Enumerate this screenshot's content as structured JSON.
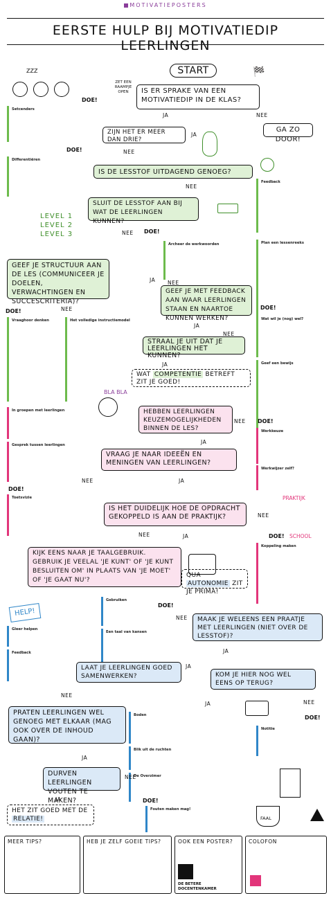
{
  "brand": "MOTIVATIEPOSTERS",
  "title": "EERSTE HULP BIJ MOTIVATIEDIP LEERLINGEN",
  "labels": {
    "ja": "JA",
    "nee": "NEE",
    "doe": "DOE!",
    "start": "START"
  },
  "side_notes": {
    "zzz": "ZZZ",
    "zet": "ZET EEN RAAMPJE OPEN",
    "bla": "BLA BLA",
    "praktijk": "PRAKTIJK",
    "school": "SCHOOL",
    "help": "HELP!",
    "faal": "FAAL"
  },
  "flow": {
    "q1": "IS ER SPRAKE VAN EEN MOTIVATIEDIP IN DE KLAS?",
    "goon": "GA ZO DOOR!",
    "q2": "ZIJN HET ER MEER DAN DRIE?",
    "q3": "IS DE LESSTOF UITDAGEND GENOEG?",
    "a3": "SLUIT DE LESSTOF AAN BIJ WAT DE LEERLINGEN KUNNEN?",
    "levels": [
      "LEVEL 1",
      "LEVEL 2",
      "LEVEL 3"
    ],
    "a4": "GEEF JE STRUCTUUR AAN DE LES (COMMUNICEER JE DOELEN, VERWACHTINGEN EN SUCCESCRITERIA)?",
    "q5": "GEEF JE MET FEEDBACK AAN WAAR LEERLINGEN STAAN EN NAARTOE KUNNEN WERKEN?",
    "q6": "STRAAL JE UIT DAT JE LEERLINGEN HET KUNNEN?",
    "ok1_a": "WAT",
    "ok1_hl": "COMPETENTIE",
    "ok1_b": "BETREFT ZIT JE GOED!",
    "q7": "HEBBEN LEERLINGEN KEUZEMOGELIJKHEDEN BINNEN DE LES?",
    "q8": "VRAAG JE NAAR IDEEËN EN MENINGEN VAN LEERLINGEN?",
    "q9": "IS HET DUIDELIJK HOE DE OPDRACHT GEKOPPELD IS AAN DE PRAKTIJK?",
    "a10": "KIJK EENS NAAR JE TAALGEBRUIK. GEBRUIK JE VEELAL 'JE KUNT' OF 'JE KUNT BESLUITEN OM' IN PLAATS VAN 'JE MOET' OF 'JE GAAT NU'?",
    "ok2_a": "QUA",
    "ok2_hl": "AUTONOMIE",
    "ok2_b": "ZIT JE PRIMA!",
    "q11": "MAAK JE WELEENS EEN PRAATJE MET LEERLINGEN (NIET OVER DE LESSTOF)?",
    "q12": "LAAT JE LEERLINGEN GOED SAMENWERKEN?",
    "q13": "KOM JE HIER NOG WEL EENS OP TERUG?",
    "q14": "PRATEN LEERLINGEN WEL GENOEG MET ELKAAR (MAG OOK OVER DE INHOUD GAAN)?",
    "q15": "DURVEN LEERLINGEN VOUTEN TE MAKEN?",
    "ok3_a": "HET ZIT GOED MET DE",
    "ok3_hl": "RELATIE!"
  },
  "panels": [
    {
      "title": "Setcenders"
    },
    {
      "title": "Differentiëren"
    },
    {
      "title": "Feedback"
    },
    {
      "title": "Archeer de werkwoorden"
    },
    {
      "title": "Plan een lessenreeks"
    },
    {
      "title": "Vraaghoor denken"
    },
    {
      "title": "Het volledige instructiemodel"
    },
    {
      "title": "Wat wil je (nog) wel?"
    },
    {
      "title": "Geef een bewijs"
    },
    {
      "title": "In groepen met leerlingen"
    },
    {
      "title": "Gesprek tussen leerlingen"
    },
    {
      "title": "Werkkeuze"
    },
    {
      "title": "Werkwijzer zelf?"
    },
    {
      "title": "Toetsvizie"
    },
    {
      "title": "Koppeling maken"
    },
    {
      "title": "Gebruiken"
    },
    {
      "title": "Een taal van kansen"
    },
    {
      "title": "Gleer helpen"
    },
    {
      "title": "Feedback"
    },
    {
      "title": "Boden"
    },
    {
      "title": "Blik uit de ruchten"
    },
    {
      "title": "De Overzimer"
    },
    {
      "title": "Notitie"
    },
    {
      "title": "Fouten maken mag!"
    }
  ],
  "footer": [
    {
      "title": "MEER TIPS?"
    },
    {
      "title": "HEB JE ZELF GOEIE TIPS?"
    },
    {
      "title": "OOK EEN POSTER?",
      "logo": "DE BETERE DOCENTENKAMER"
    },
    {
      "title": "COLOFON"
    }
  ],
  "colors": {
    "green": "#dff1d6",
    "pink": "#fbe2ee",
    "blue": "#dbe9f7",
    "accent_green": "#6dbb4c",
    "accent_pink": "#e2357a",
    "accent_blue": "#2f86c8",
    "brand": "#8a3d9a"
  }
}
